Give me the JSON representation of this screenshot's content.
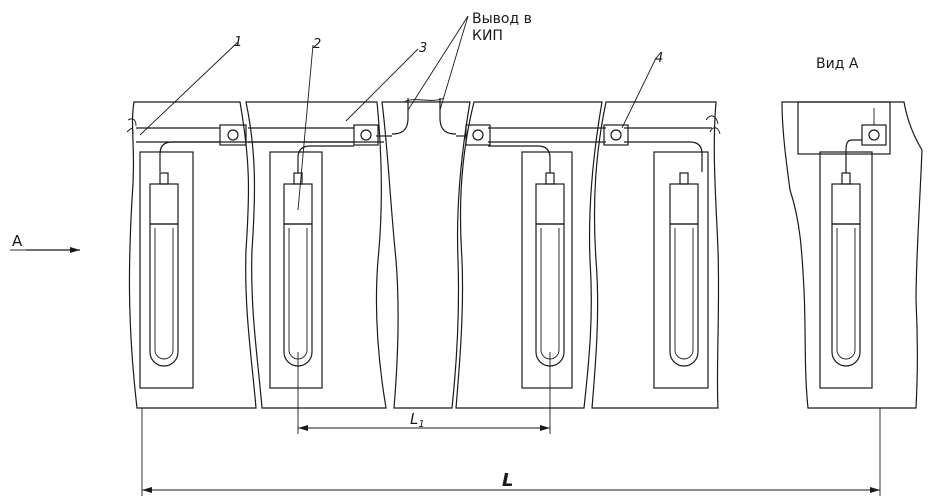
{
  "labels": {
    "callout_1": "1",
    "callout_2": "2",
    "callout_3": "3",
    "callout_4": "4",
    "outlet_line1": "Вывод в",
    "outlet_line2": "КИП",
    "view_title": "Вид А",
    "view_arrow": "А",
    "dim_L1_main": "L",
    "dim_L1_sub": "1",
    "dim_L": "L"
  },
  "colors": {
    "line": "#1a1a1a",
    "background": "#ffffff"
  }
}
